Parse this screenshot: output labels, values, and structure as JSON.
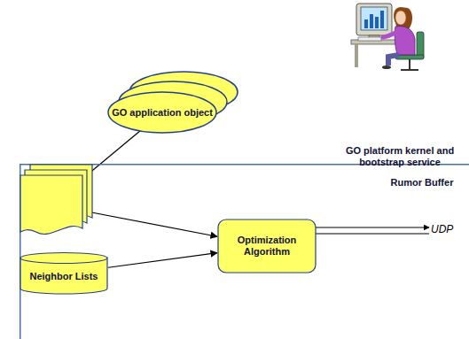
{
  "diagram": {
    "nodes": [
      {
        "text": [
          "GO application object"
        ]
      },
      {
        "text": [
          "GO platform kernel and bootstrap service"
        ]
      },
      {
        "text": [
          "Rumor Buffer"
        ],
        "in": 1
      },
      {
        "text": [
          "Neighbor Lists"
        ],
        "in": 1
      },
      {
        "text": [
          "Optimization Algorithm"
        ],
        "in": 1
      }
    ],
    "edges": [
      {
        "from": 0,
        "to": 2,
        "arrow": "to"
      },
      {
        "from": 2,
        "to": 4,
        "arrow": "to"
      },
      {
        "from": 3,
        "to": 4,
        "arrow": "to"
      }
    ],
    "labels": [
      "UDP"
    ]
  }
}
